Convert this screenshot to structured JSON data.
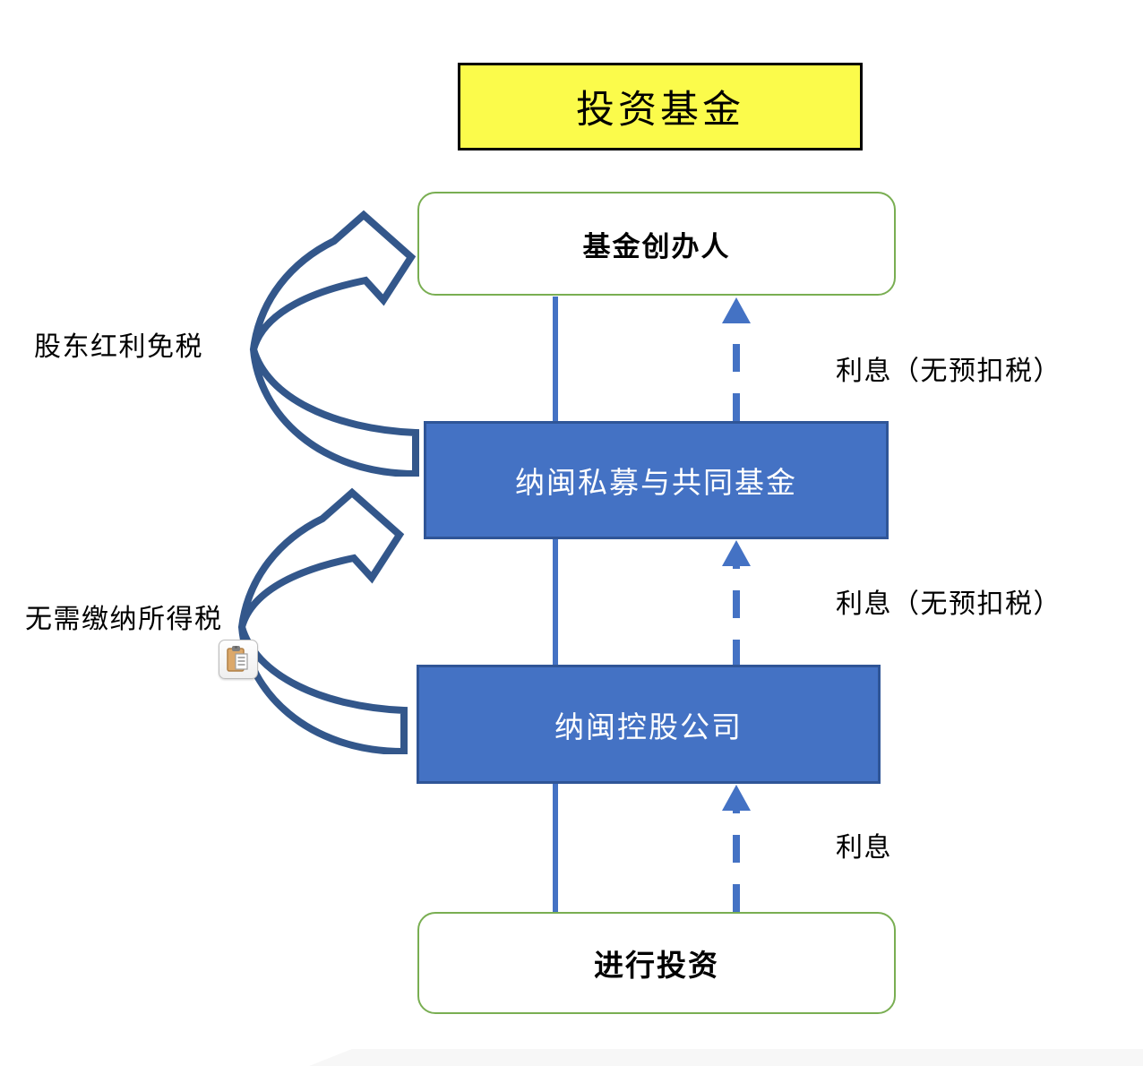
{
  "title_box": {
    "label": "投资基金"
  },
  "nodes": {
    "founder": {
      "label": "基金创办人"
    },
    "fund": {
      "label": "纳闽私募与共同基金"
    },
    "holding": {
      "label": "纳闽控股公司"
    },
    "invest": {
      "label": "进行投资"
    }
  },
  "annotations": {
    "left": [
      {
        "text": "股东红利免税"
      },
      {
        "text": "无需缴纳所得税"
      }
    ],
    "right": [
      {
        "text": "利息（无预扣税）"
      },
      {
        "text": "利息（无预扣税）"
      },
      {
        "text": "利息"
      }
    ]
  },
  "icons": {
    "paste_options": "clipboard-paste-icon",
    "curved_arrow": "curved-up-right-arrow",
    "dashed_arrow": "dashed-up-arrow",
    "connector": "solid-connector-line"
  },
  "colors": {
    "yellow_fill": "#FBFB4B",
    "green_border": "#79AE52",
    "blue_fill": "#4472C4",
    "blue_border": "#2F5597",
    "arrow_outline": "#33578B",
    "text_black": "#000000",
    "text_white": "#ffffff"
  }
}
